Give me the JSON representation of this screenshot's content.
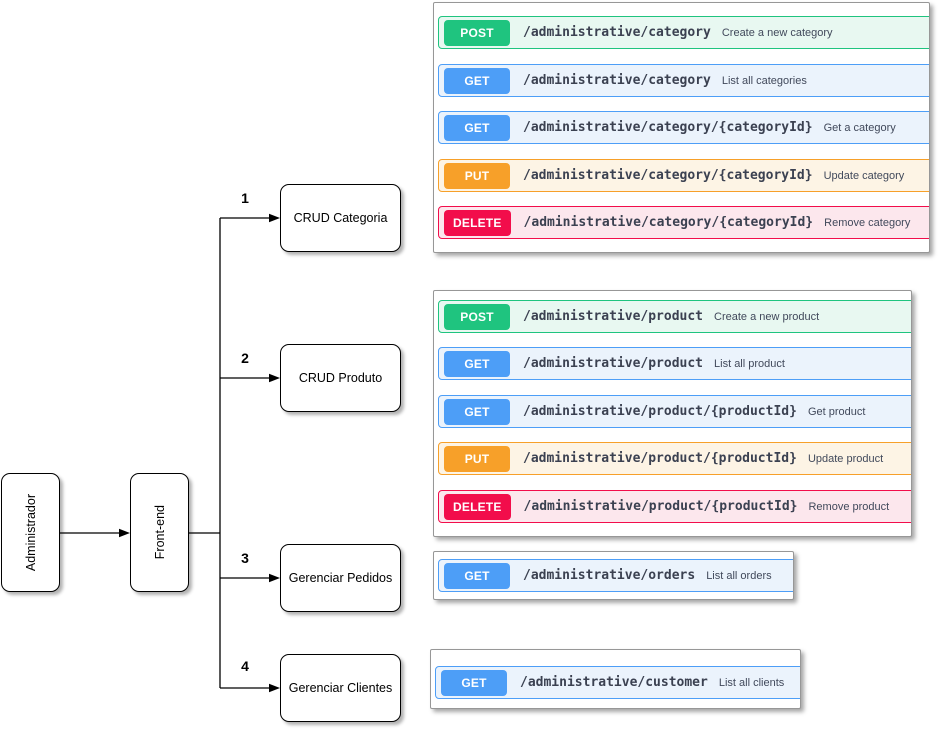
{
  "flowchart": {
    "actor_label": "Administrador",
    "frontend_label": "Front-end",
    "nodes": [
      {
        "number": "1",
        "label": "CRUD Categoria"
      },
      {
        "number": "2",
        "label": "CRUD Produto"
      },
      {
        "number": "3",
        "label": "Gerenciar Pedidos"
      },
      {
        "number": "4",
        "label": "Gerenciar Clientes"
      }
    ]
  },
  "api_groups": [
    {
      "id": "category",
      "endpoints": [
        {
          "method": "POST",
          "path": "/administrative/category",
          "description": "Create a new category"
        },
        {
          "method": "GET",
          "path": "/administrative/category",
          "description": "List all categories"
        },
        {
          "method": "GET",
          "path": "/administrative/category/{categoryId}",
          "description": "Get a category"
        },
        {
          "method": "PUT",
          "path": "/administrative/category/{categoryId}",
          "description": "Update category"
        },
        {
          "method": "DELETE",
          "path": "/administrative/category/{categoryId}",
          "description": "Remove category"
        }
      ]
    },
    {
      "id": "product",
      "endpoints": [
        {
          "method": "POST",
          "path": "/administrative/product",
          "description": "Create a new product"
        },
        {
          "method": "GET",
          "path": "/administrative/product",
          "description": "List all product"
        },
        {
          "method": "GET",
          "path": "/administrative/product/{productId}",
          "description": "Get product"
        },
        {
          "method": "PUT",
          "path": "/administrative/product/{productId}",
          "description": "Update product"
        },
        {
          "method": "DELETE",
          "path": "/administrative/product/{productId}",
          "description": "Remove product"
        }
      ]
    },
    {
      "id": "orders",
      "endpoints": [
        {
          "method": "GET",
          "path": "/administrative/orders",
          "description": "List all orders"
        }
      ]
    },
    {
      "id": "customer",
      "endpoints": [
        {
          "method": "GET",
          "path": "/administrative/customer",
          "description": "List all clients"
        }
      ]
    }
  ],
  "colors": {
    "post": "#1fc47f",
    "get": "#4d9ef7",
    "put": "#f7a029",
    "delete": "#f20d4b",
    "post_bg": "#e8f8f1",
    "get_bg": "#ebf3fc",
    "put_bg": "#fdf4e5",
    "delete_bg": "#fce7ed",
    "path_text": "#3b4151"
  }
}
